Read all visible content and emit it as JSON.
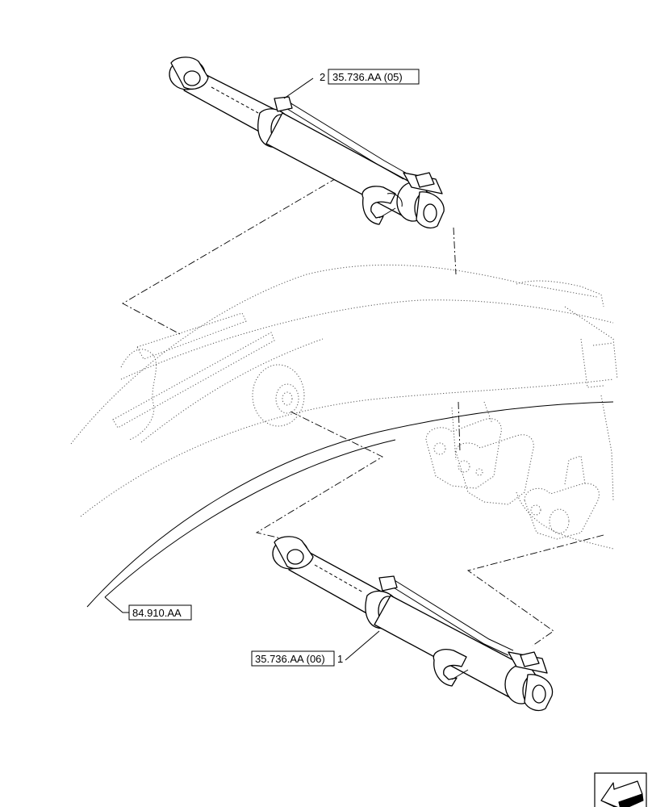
{
  "callouts": {
    "upper_cylinder": {
      "item": "2",
      "ref": "35.736.AA (05)"
    },
    "lower_cylinder": {
      "item": "1",
      "ref": "35.736.AA (06)"
    },
    "boom": {
      "ref": "84.910.AA"
    }
  },
  "icons": {
    "view_direction": "view-arrow-icon"
  }
}
